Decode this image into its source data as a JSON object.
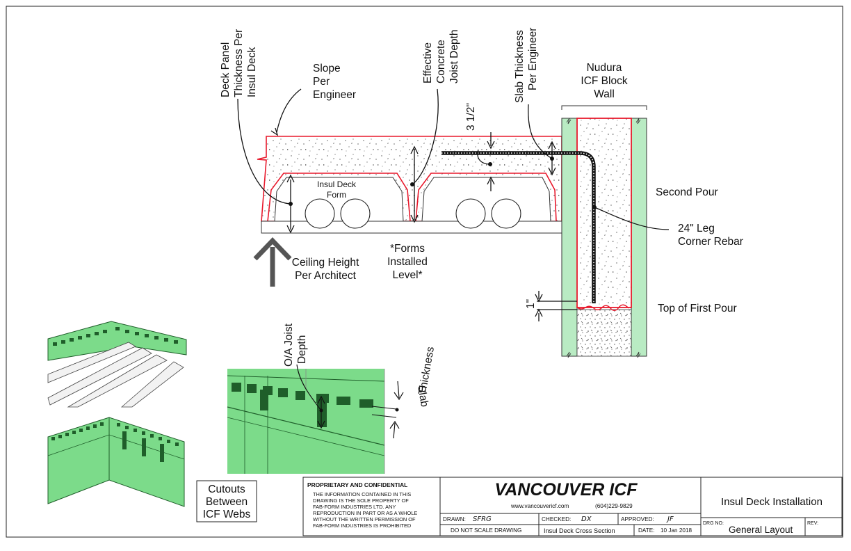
{
  "colors": {
    "concrete_outline": "#e8192c",
    "icf_green": "#b9ebc3",
    "render_green": "#7cdb8a",
    "render_dark": "#1f5e2a",
    "ink": "#111111"
  },
  "labels": {
    "deck_panel": [
      "Deck Panel",
      "Thickness Per",
      "Insul Deck"
    ],
    "slope": [
      "Slope",
      "Per",
      "Engineer"
    ],
    "effective_joist": [
      "Effective",
      "Concrete",
      "Joist Depth"
    ],
    "slab_thickness": [
      "Slab Thickness",
      "Per Engineer"
    ],
    "nudura": [
      "Nudura",
      "ICF Block",
      "Wall"
    ],
    "dim_3_5": "3 1/2\"",
    "insul_form": [
      "Insul Deck",
      "Form"
    ],
    "second_pour": "Second Pour",
    "leg_rebar": [
      "24\" Leg",
      "Corner Rebar"
    ],
    "forms_level": [
      "*Forms",
      "Installed",
      "Level*"
    ],
    "ceiling": [
      "Ceiling Height",
      "Per Architect"
    ],
    "dim_1": "1\"",
    "top_first_pour": "Top of First Pour",
    "oa_joist": [
      "O/A Joist",
      "Depth"
    ],
    "slab_thick_small": [
      "Slab",
      "Thickness"
    ],
    "cutouts": [
      "Cutouts",
      "Between",
      "ICF Webs"
    ]
  },
  "title_block": {
    "proprietary_heading": "PROPRIETARY AND CONFIDENTIAL",
    "proprietary_lines": [
      "THE INFORMATION CONTAINED IN THIS",
      "DRAWING IS THE SOLE PROPERTY OF",
      "FAB-FORM INDUSTRIES LTD. ANY",
      "REPRODUCTION IN PART OR AS A WHOLE",
      "WITHOUT THE WRITTEN PERMISSION OF",
      "FAB-FORM INDUSTRIES IS PROHIBITED"
    ],
    "company": "VANCOUVER ICF",
    "website": "www.vancouvericf.com",
    "phone": "(604)229-9829",
    "drawn_label": "DRAWN:",
    "drawn_value": "SFRG",
    "checked_label": "CHECKED:",
    "checked_value": "DX",
    "approved_label": "APPROVED:",
    "approved_value": "JF",
    "do_not_scale": "DO NOT SCALE DRAWING",
    "section_name": "Insul Deck Cross Section",
    "date_label": "DATE:",
    "date_value": "10 Jan 2018",
    "drawing_title": "Insul Deck Installation",
    "drg_no_label": "DRG NO:",
    "drg_no_value": "General Layout",
    "rev_label": "REV:"
  }
}
